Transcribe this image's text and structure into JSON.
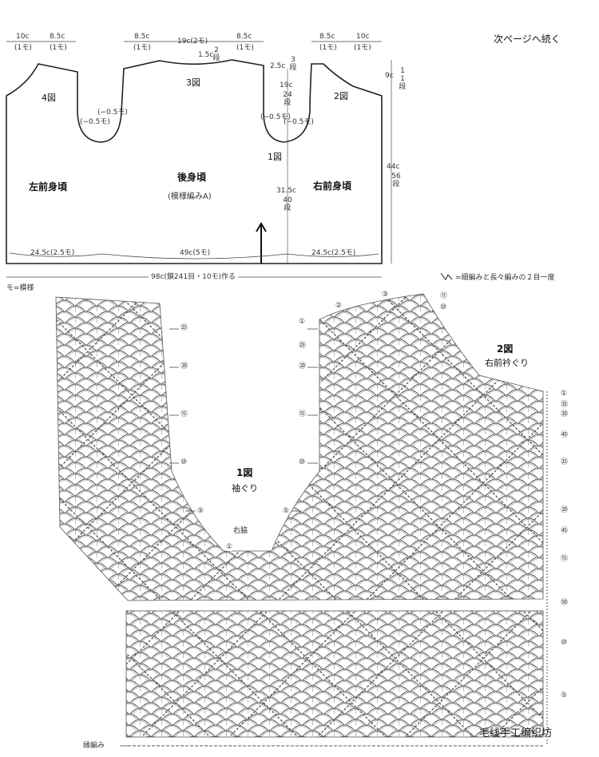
{
  "header": {
    "continue_note": "次ページへ続く"
  },
  "schematic": {
    "top_dims": {
      "left_10": "10c",
      "left_10_rows": "(1モ)",
      "left_85": "8.5c",
      "left_85_rows": "(1モ)",
      "mid_85_l": "8.5c",
      "mid_85_l_rows": "(1モ)",
      "mid_19": "19c(2モ)",
      "mid_85_r": "8.5c",
      "mid_85_r_rows": "(1モ)",
      "right_85": "8.5c",
      "right_85_rows": "(1モ)",
      "right_10": "10c",
      "right_10_rows": "(1モ)"
    },
    "neck_dim": "1.5c",
    "neck_rows": "2段",
    "fig_labels": {
      "fig4": "4図",
      "fig3": "3図",
      "fig2": "2図",
      "fig1": "1図"
    },
    "decrease_labels": {
      "l1": "(−0.5モ)",
      "l2": "(−0.5モ)",
      "r1": "(−0.5モ)",
      "r2": "(−0.5モ)"
    },
    "armhole_dims": {
      "a": "2.5c",
      "a_rows": "3段",
      "b": "19c",
      "b_rows": "24段",
      "c": "31.5c",
      "c_rows": "40段"
    },
    "side_dims": {
      "top": "9c",
      "top_rows": "11段",
      "full": "44c",
      "full_rows": "56段"
    },
    "panels": {
      "left_front": "左前身頃",
      "back": "後身頃",
      "back_pattern": "(模様編みA)",
      "right_front": "右前身頃"
    },
    "bottom_dims": {
      "left": "24.5c(2.5モ)",
      "mid": "49c(5モ)",
      "right": "24.5c(2.5モ)",
      "total": "98c(鎖241目・10モ)作る"
    }
  },
  "legend": {
    "unit_note": "モ=模様",
    "decrease_note": "=細編みと長々編みの２目一度"
  },
  "chart": {
    "fig1_title": "1図",
    "fig1_sub": "袖ぐり",
    "fig2_title": "2図",
    "fig2_sub": "右前衿ぐり",
    "side_seam": "右脇",
    "edge": "縁編み",
    "row_marks_left": [
      "㉕",
      "⑳",
      "⑮",
      "⑩",
      "⑤"
    ],
    "row_marks_mid": [
      "①",
      "⑤",
      "⑩",
      "⑮",
      "⑳",
      "㉕"
    ],
    "row_marks_right": [
      "①",
      "⑤",
      "⑩",
      "⑮",
      "⑳",
      "㉕",
      "㉚",
      "㉟",
      "㊵",
      "㊺",
      "㊿"
    ],
    "fig1_mark": "①",
    "top_marks": [
      "②",
      "③",
      "⑪",
      "⑩"
    ]
  },
  "watermark": "毛线手工编织坊"
}
